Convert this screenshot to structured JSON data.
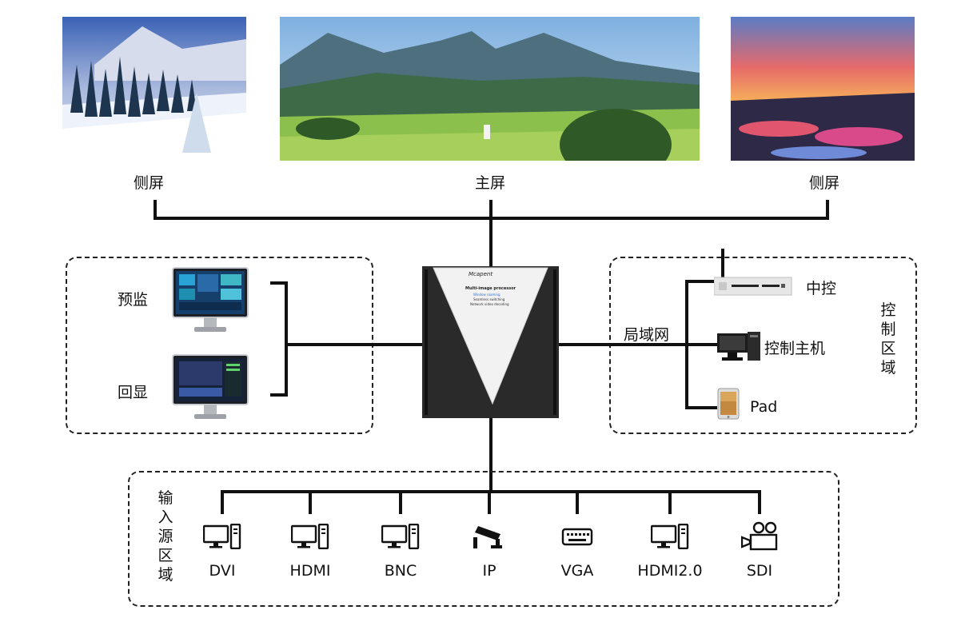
{
  "screens": {
    "left_label": "侧屏",
    "main_label": "主屏",
    "right_label": "侧屏"
  },
  "monitor_area": {
    "preview_label": "预监",
    "echo_label": "回显"
  },
  "device": {
    "brand": "Mcapent",
    "line1": "Multi-image processor",
    "line2": "Window roaming",
    "line3": "Seamless switching",
    "line4": "Network video decoding"
  },
  "control_area": {
    "lan_label": "局域网",
    "central_control_label": "中控",
    "host_label": "控制主机",
    "pad_label": "Pad",
    "area_title": "控制区域"
  },
  "input_area": {
    "title": "输入源区域",
    "sources": [
      {
        "label": "DVI",
        "icon": "computer-icon"
      },
      {
        "label": "HDMI",
        "icon": "computer-icon"
      },
      {
        "label": "BNC",
        "icon": "computer-icon"
      },
      {
        "label": "IP",
        "icon": "cctv-camera-icon"
      },
      {
        "label": "VGA",
        "icon": "keyboard-icon"
      },
      {
        "label": "HDMI2.0",
        "icon": "computer-icon"
      },
      {
        "label": "SDI",
        "icon": "video-camera-icon"
      }
    ]
  },
  "colors": {
    "line": "#111111",
    "device_body": "#2a2a2a",
    "device_face": "#f2f2f2"
  }
}
